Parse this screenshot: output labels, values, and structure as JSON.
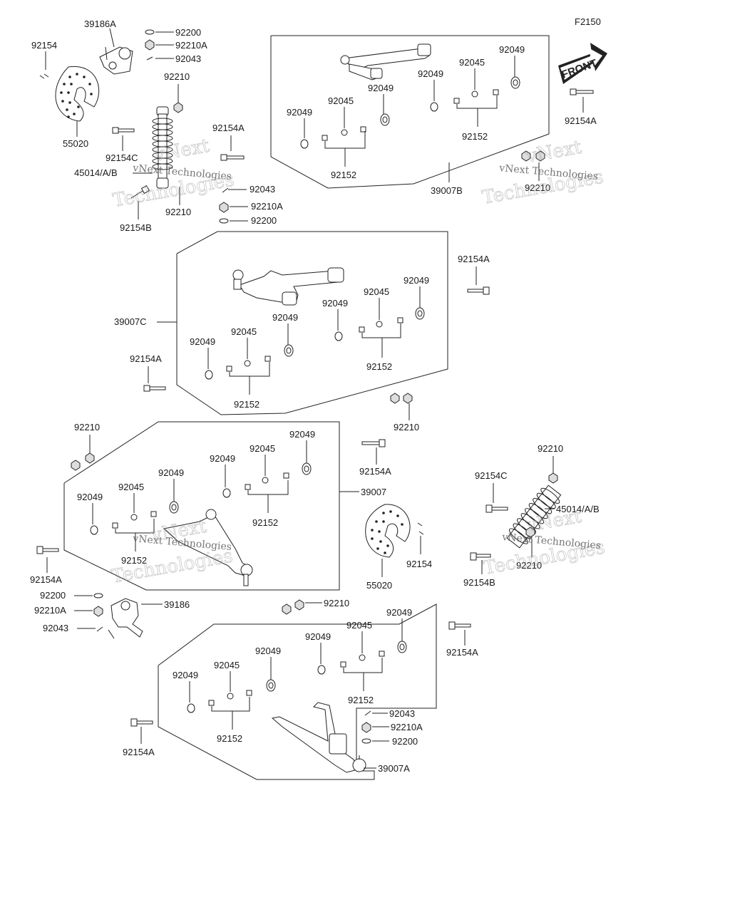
{
  "diagram_code": "F2150",
  "front_label": "FRONT",
  "watermark": {
    "line1": "vNext",
    "line2": "Technologies",
    "small": "vNext Technologies"
  },
  "labels": {
    "l39186A": "39186A",
    "l92200_a": "92200",
    "l92210A_a": "92210A",
    "l92043_a": "92043",
    "l92154_a": "92154",
    "l92210_a": "92210",
    "l55020_a": "55020",
    "l92154C_a": "92154C",
    "l92154A_a": "92154A",
    "l45014_a": "45014/A/B",
    "l92043_b": "92043",
    "l92210A_b": "92210A",
    "l92200_b": "92200",
    "l92210_b": "92210",
    "l92154B_a": "92154B",
    "b_92049_1": "92049",
    "b_92045_1": "92045",
    "b_92049_2": "92049",
    "b_92049_3": "92049",
    "b_92045_2": "92045",
    "b_92049_4": "92049",
    "b_92152_1": "92152",
    "b_92152_2": "92152",
    "l39007B": "39007B",
    "l92154A_r1": "92154A",
    "l92210_r1": "92210",
    "l92154A_r2": "92154A",
    "c_92049_1": "92049",
    "c_92045_1": "92045",
    "c_92049_2": "92049",
    "c_92049_3": "92049",
    "c_92045_2": "92045",
    "c_92049_4": "92049",
    "c_92152_1": "92152",
    "c_92152_2": "92152",
    "l39007C": "39007C",
    "l92154A_c": "92154A",
    "l92210_m": "92210",
    "l92210_l": "92210",
    "l92154A_m": "92154A",
    "d_92049_1": "92049",
    "d_92045_1": "92045",
    "d_92049_2": "92049",
    "d_92049_3": "92049",
    "d_92045_2": "92045",
    "d_92049_4": "92049",
    "d_92152_1": "92152",
    "d_92152_2": "92152",
    "l39007": "39007",
    "l92154A_d": "92154A",
    "l55020_b": "55020",
    "l92154_b": "92154",
    "l92210_r2": "92210",
    "l92154C_b": "92154C",
    "l45014_b": "45014/A/B",
    "l92154B_b": "92154B",
    "l92210_r3": "92210",
    "l92200_c": "92200",
    "l92210A_c": "92210A",
    "l39186": "39186",
    "l92043_c": "92043",
    "l92210_n": "92210",
    "e_92049_1": "92049",
    "e_92045_1": "92045",
    "e_92049_2": "92049",
    "e_92049_3": "92049",
    "e_92045_2": "92045",
    "e_92049_4": "92049",
    "e_92152_1": "92152",
    "e_92152_2": "92152",
    "l92154A_e": "92154A",
    "l92154A_f": "92154A",
    "l92043_d": "92043",
    "l92210A_d": "92210A",
    "l92200_d": "92200",
    "l39007A": "39007A"
  }
}
